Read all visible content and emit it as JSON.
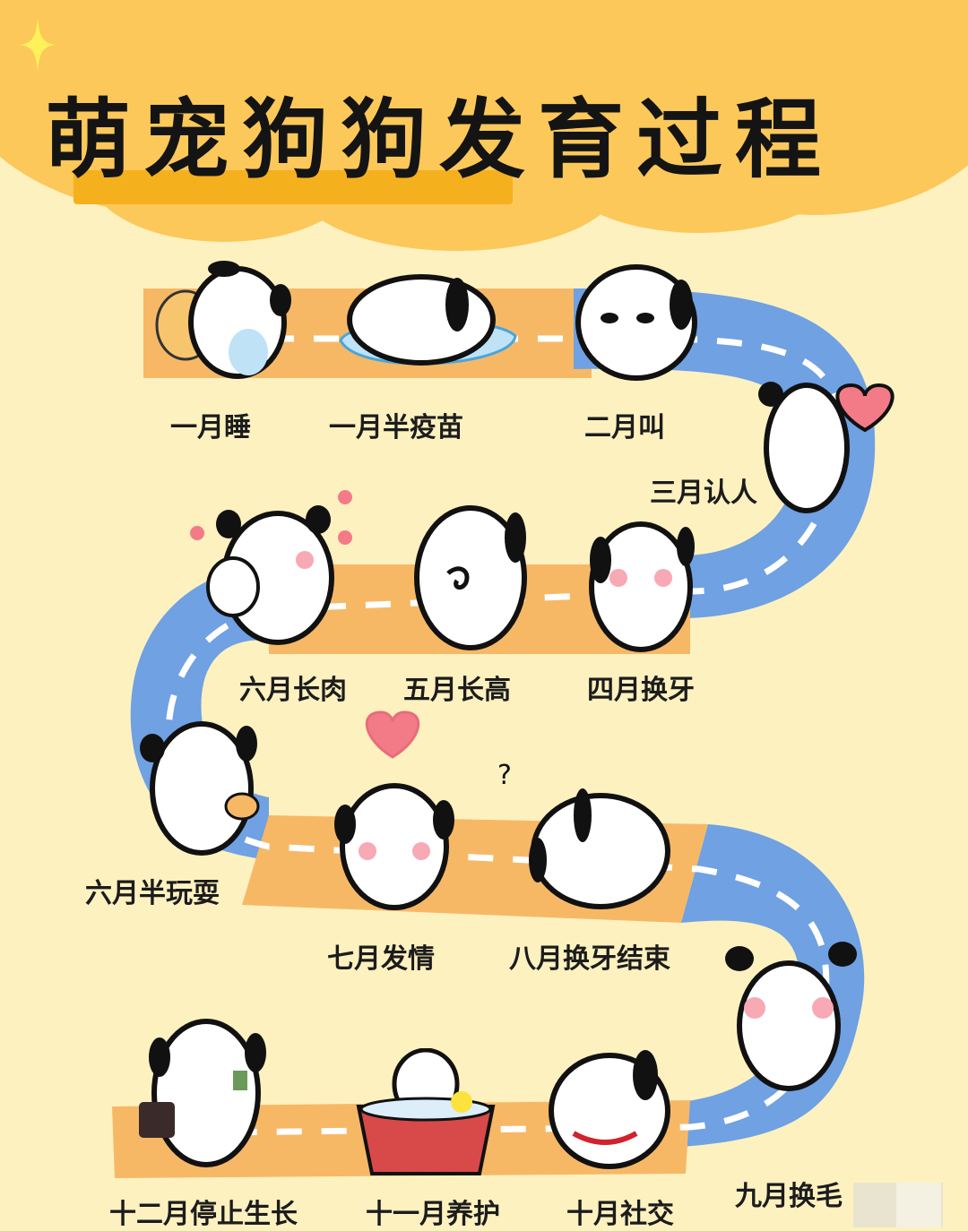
{
  "header": {
    "title": "萌宠狗狗发育过程"
  },
  "colors": {
    "background": "#fdf1c0",
    "cloud": "#fcc85a",
    "underline": "#f5b01e",
    "road_orange": "#f7b866",
    "road_blue": "#6fa1e3",
    "lane_mark": "#ffffff",
    "heart": "#f37b87",
    "blush": "#f7a9b4"
  },
  "timeline": {
    "stages": [
      {
        "label": "一月睡"
      },
      {
        "label": "一月半疫苗"
      },
      {
        "label": "二月叫"
      },
      {
        "label": "三月认人"
      },
      {
        "label": "四月换牙"
      },
      {
        "label": "五月长高"
      },
      {
        "label": "六月长肉"
      },
      {
        "label": "六月半玩耍"
      },
      {
        "label": "七月发情"
      },
      {
        "label": "八月换牙结束"
      },
      {
        "label": "九月换毛"
      },
      {
        "label": "十月社交"
      },
      {
        "label": "十一月养护"
      },
      {
        "label": "十二月停止生长"
      }
    ]
  }
}
